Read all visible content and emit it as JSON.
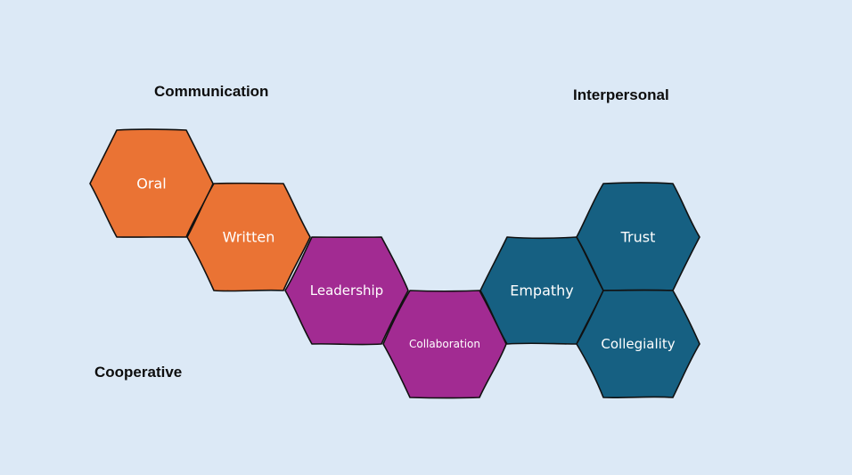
{
  "diagram": {
    "colors": {
      "background": "#dce9f6",
      "communication": "#ea7334",
      "cooperative": "#a22b92",
      "interpersonal": "#166082",
      "outline": "#111111"
    },
    "group_labels": {
      "communication": "Communication",
      "interpersonal": "Interpersonal",
      "cooperative": "Cooperative"
    },
    "hexagons": [
      {
        "id": "oral",
        "label": "Oral",
        "group": "communication"
      },
      {
        "id": "written",
        "label": "Written",
        "group": "communication"
      },
      {
        "id": "leadership",
        "label": "Leadership",
        "group": "cooperative"
      },
      {
        "id": "collaboration",
        "label": "Collaboration",
        "group": "cooperative"
      },
      {
        "id": "empathy",
        "label": "Empathy",
        "group": "interpersonal"
      },
      {
        "id": "trust",
        "label": "Trust",
        "group": "interpersonal"
      },
      {
        "id": "collegiality",
        "label": "Collegiality",
        "group": "interpersonal"
      }
    ]
  }
}
